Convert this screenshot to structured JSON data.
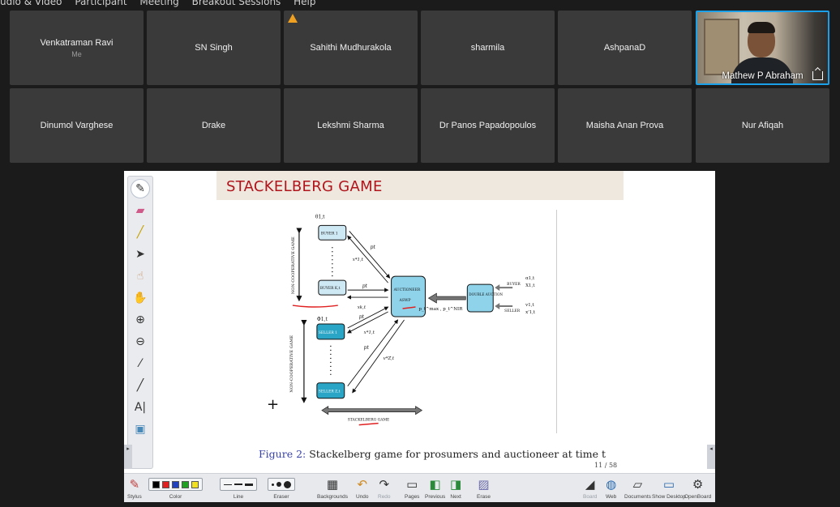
{
  "menu": {
    "items": [
      "udio & Video",
      "Participant",
      "Meeting",
      "Breakout Sessions",
      "Help"
    ]
  },
  "participants": {
    "row1": [
      {
        "name": "Venkatraman Ravi",
        "sub": "Me"
      },
      {
        "name": "SN Singh"
      },
      {
        "name": "Sahithi Mudhurakola"
      },
      {
        "name": "sharmila"
      },
      {
        "name": "AshpanaD"
      },
      {
        "name": "Mathew P Abraham",
        "video": true
      }
    ],
    "row2": [
      {
        "name": "Dinumol Varghese"
      },
      {
        "name": "Drake"
      },
      {
        "name": "Lekshmi Sharma"
      },
      {
        "name": "Dr Panos Papadopoulos"
      },
      {
        "name": "Maisha Anan Prova"
      },
      {
        "name": "Nur Afiqah"
      }
    ]
  },
  "slide": {
    "title": "STACKELBERG GAME",
    "caption_fig": "Figure 2:",
    "caption_text": "Stackelberg game for prosumers and auctioneer at time t",
    "page": "11 / 58",
    "diagram": {
      "noncoop_top": "NON-COOPERATIVE GAME",
      "noncoop_bottom": "NON-COOPERATIVE GAME",
      "buyer1": "BUYER 1",
      "buyerk": "BUYER K,t",
      "seller1": "SELLER 1",
      "sellerz": "SELLER Z,t",
      "auctioneer": "AUCTIONEER",
      "aswp": "ASWP",
      "double_auction": "DOUBLE AUCTION",
      "buyer_label": "BUYER",
      "seller_label": "SELLER",
      "stackelberg": "STACKELBERG GAME",
      "theta": "θ1,t",
      "phi": "Φ1,t",
      "pt": "pt",
      "x1t": "x*1,t",
      "xkt": "xk,t",
      "pmax": "p_t^max , p_t^NIR",
      "alpha": "α1,t",
      "xbuy": "X1,t",
      "v1t": "v1,t",
      "xsell": "x'1,t",
      "vzt": "v*Z,t"
    }
  },
  "toolbar": {
    "stylus": "Stylus",
    "color": "Color",
    "line": "Line",
    "eraser": "Eraser",
    "backgrounds": "Backgrounds",
    "undo": "Undo",
    "redo": "Redo",
    "pages": "Pages",
    "previous": "Previous",
    "next": "Next",
    "erase": "Erase",
    "board": "Board",
    "web": "Web",
    "documents": "Documents",
    "show_desktop": "Show Desktop",
    "openboard": "OpenBoard",
    "colors": [
      "#000000",
      "#e02020",
      "#2040c0",
      "#20a020",
      "#f0e020"
    ]
  }
}
